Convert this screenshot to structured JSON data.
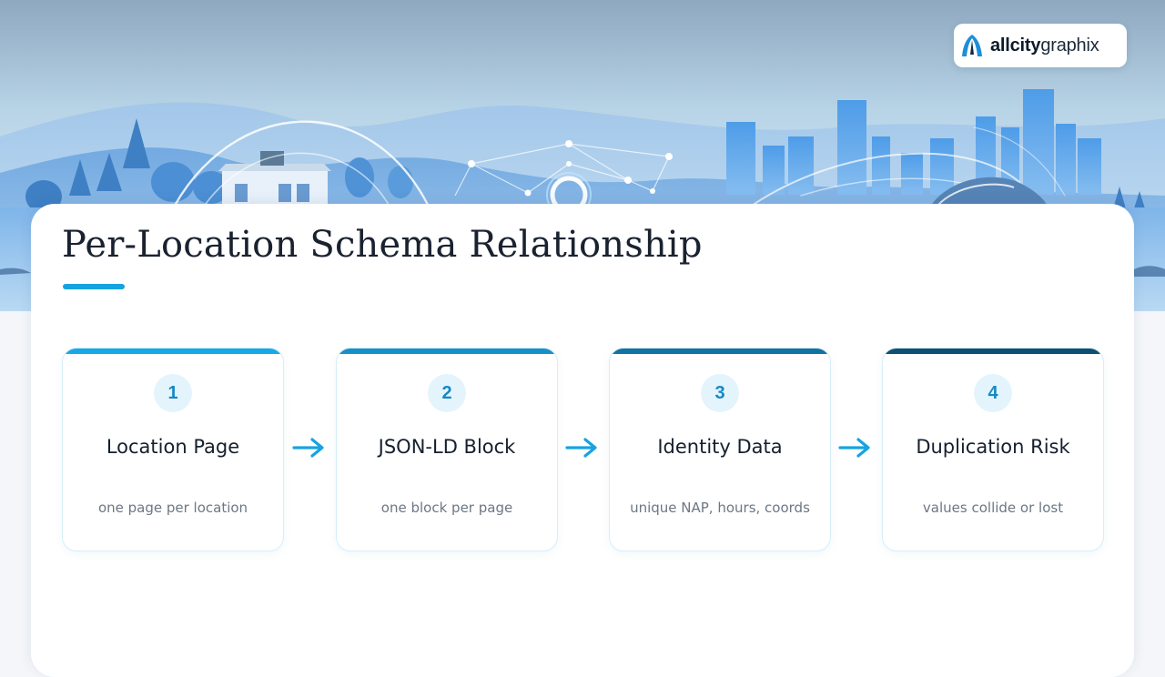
{
  "brand": {
    "name_bold": "allcity",
    "name_light": "graphix"
  },
  "slide": {
    "title": "Per-Location Schema Relationship"
  },
  "colors": {
    "accent": "#14a3e0",
    "step_bars": [
      "#18a8e8",
      "#1591c8",
      "#1272a3",
      "#0e4f74"
    ],
    "arrow": "#18a3e2"
  },
  "steps": [
    {
      "number": "1",
      "title": "Location Page",
      "description": "one page per location"
    },
    {
      "number": "2",
      "title": "JSON-LD Block",
      "description": "one block per page"
    },
    {
      "number": "3",
      "title": "Identity Data",
      "description": "unique NAP, hours, coords"
    },
    {
      "number": "4",
      "title": "Duplication Risk",
      "description": "values collide or lost"
    }
  ],
  "icons": {
    "arrow": "arrow-right-icon",
    "logo": "logo-mark-icon"
  }
}
